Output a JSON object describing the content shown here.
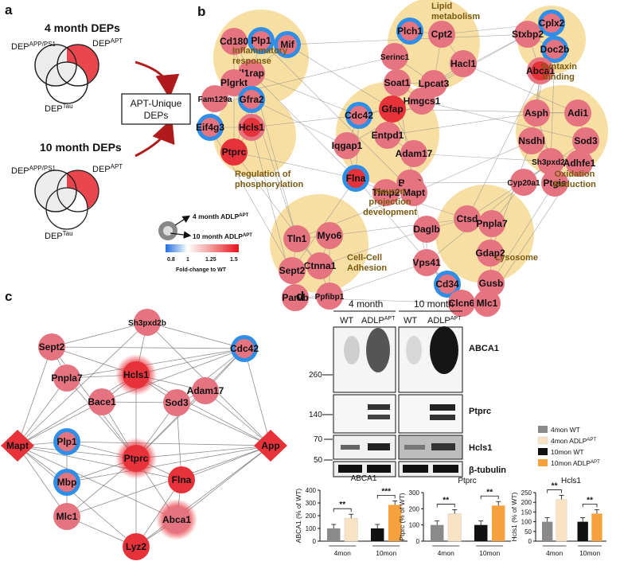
{
  "colors": {
    "cluster_fill": "#f7dfa3",
    "up_red": "#e8323a",
    "pink": "#e67480",
    "blue": "#2f8ee8",
    "edge": "#8a8a8a",
    "venn_highlight": "#e8323a",
    "venn_grey": "#ececec",
    "bar_4mon_wt": "#8a8a8a",
    "bar_4mon_adlp": "#fae3c4",
    "bar_10mon_wt": "#111111",
    "bar_10mon_adlp": "#f5a23e"
  },
  "panel_a": {
    "letter": "a",
    "title_4": "4 month DEPs",
    "title_10": "10 month DEPs",
    "set_left": "DEP",
    "set_left_sup": "APP/PS1",
    "set_right": "DEP",
    "set_right_sup": "APT",
    "set_bottom": "DEP",
    "set_bottom_sup": "Tau",
    "box_line1": "APT-Unique",
    "box_line2": "DEPs"
  },
  "panel_b": {
    "letter": "b",
    "clusters": [
      {
        "label_lines": [
          "Inflammatory",
          "response"
        ]
      },
      {
        "label_lines": [
          "Lipid",
          "metabolism"
        ]
      },
      {
        "label_lines": [
          "Syntaxin",
          "binding"
        ]
      },
      {
        "label_lines": [
          "Regulation of",
          "phosphorylation"
        ]
      },
      {
        "label_lines": [
          "Neuron",
          "projection",
          "development"
        ]
      },
      {
        "label_lines": [
          "Oxidation",
          "Reduction"
        ]
      },
      {
        "label_lines": [
          "Cell-Cell",
          "Adhesion"
        ]
      },
      {
        "label_lines": [
          "Lysosome"
        ]
      }
    ],
    "nodes": [
      {
        "label": "Cd180",
        "outer": "pink",
        "inner": "pink"
      },
      {
        "label": "Plp1",
        "outer": "blue",
        "inner": "pink"
      },
      {
        "label": "Mif",
        "outer": "blue",
        "inner": "pink"
      },
      {
        "label": "Il1rap",
        "outer": "pink",
        "inner": "pink"
      },
      {
        "label": "Plgrkt",
        "outer": "pink",
        "inner": "pink"
      },
      {
        "label": "Plch1",
        "outer": "blue",
        "inner": "pink"
      },
      {
        "label": "Cpt2",
        "outer": "pink",
        "inner": "pink"
      },
      {
        "label": "Serinc1",
        "outer": "pink",
        "inner": "pink"
      },
      {
        "label": "Hacl1",
        "outer": "pink",
        "inner": "pink"
      },
      {
        "label": "Soat1",
        "outer": "pink",
        "inner": "pink"
      },
      {
        "label": "Lpcat3",
        "outer": "pink",
        "inner": "pink"
      },
      {
        "label": "Hmgcs1",
        "outer": "pink",
        "inner": "pink"
      },
      {
        "label": "Cplx2",
        "outer": "blue",
        "inner": "pink"
      },
      {
        "label": "Stxbp2",
        "outer": "pink",
        "inner": "pink"
      },
      {
        "label": "Doc2b",
        "outer": "blue",
        "inner": "pink"
      },
      {
        "label": "Abca1",
        "outer": "pink",
        "inner": "red"
      },
      {
        "label": "Fam129a",
        "outer": "pink",
        "inner": "pink"
      },
      {
        "label": "Gfra2",
        "outer": "blue",
        "inner": "pink"
      },
      {
        "label": "Eif4g3",
        "outer": "blue",
        "inner": "pink"
      },
      {
        "label": "Hcls1",
        "outer": "pink",
        "inner": "red"
      },
      {
        "label": "Ptprc",
        "outer": "red",
        "inner": "red"
      },
      {
        "label": "Gfap",
        "outer": "red",
        "inner": "red"
      },
      {
        "label": "Cdc42",
        "outer": "blue",
        "inner": "pink"
      },
      {
        "label": "Entpd1",
        "outer": "pink",
        "inner": "pink"
      },
      {
        "label": "Iqgap1",
        "outer": "pink",
        "inner": "pink"
      },
      {
        "label": "Adam17",
        "outer": "pink",
        "inner": "pink"
      },
      {
        "label": "Flna",
        "outer": "blue",
        "inner": "red"
      },
      {
        "label": "Bag3",
        "outer": "pink",
        "inner": "pink"
      },
      {
        "label": "Timp2",
        "outer": "pink",
        "inner": "pink"
      },
      {
        "label": "Mapt",
        "outer": "pink",
        "inner": "pink"
      },
      {
        "label": "Asph",
        "outer": "pink",
        "inner": "pink"
      },
      {
        "label": "Adi1",
        "outer": "pink",
        "inner": "pink"
      },
      {
        "label": "Nsdhl",
        "outer": "pink",
        "inner": "pink"
      },
      {
        "label": "Sod3",
        "outer": "pink",
        "inner": "pink"
      },
      {
        "label": "Sh3pxd2b",
        "outer": "pink",
        "inner": "pink"
      },
      {
        "label": "Adhfe1",
        "outer": "pink",
        "inner": "pink"
      },
      {
        "label": "Cyp20a1",
        "outer": "pink",
        "inner": "pink"
      },
      {
        "label": "Ptgis",
        "outer": "pink",
        "inner": "pink"
      },
      {
        "label": "Tln1",
        "outer": "pink",
        "inner": "pink"
      },
      {
        "label": "Myo6",
        "outer": "pink",
        "inner": "pink"
      },
      {
        "label": "Ctnna1",
        "outer": "pink",
        "inner": "pink"
      },
      {
        "label": "Sept2",
        "outer": "pink",
        "inner": "pink"
      },
      {
        "label": "Parvb",
        "outer": "pink",
        "inner": "pink"
      },
      {
        "label": "Ppfibp1",
        "outer": "pink",
        "inner": "pink"
      },
      {
        "label": "Ctsd",
        "outer": "pink",
        "inner": "pink"
      },
      {
        "label": "Daglb",
        "outer": "pink",
        "inner": "pink"
      },
      {
        "label": "Pnpla7",
        "outer": "pink",
        "inner": "pink"
      },
      {
        "label": "Vps41",
        "outer": "pink",
        "inner": "pink"
      },
      {
        "label": "Gdap2",
        "outer": "pink",
        "inner": "pink"
      },
      {
        "label": "Cd34",
        "outer": "blue",
        "inner": "pink"
      },
      {
        "label": "Gusb",
        "outer": "pink",
        "inner": "pink"
      },
      {
        "label": "Clcn6",
        "outer": "pink",
        "inner": "pink"
      },
      {
        "label": "Mlc1",
        "outer": "pink",
        "inner": "pink"
      }
    ],
    "legend": {
      "outer_label": "4 month ADLP",
      "inner_label": "10 month ADLP",
      "sup": "APT",
      "ticks": [
        "0.8",
        "1",
        "1.25",
        "1.5"
      ],
      "caption": "Fold-change to WT"
    }
  },
  "panel_c": {
    "letter": "c",
    "nodes": [
      {
        "label": "Sh3pxd2b"
      },
      {
        "label": "Sept2"
      },
      {
        "label": "Cdc42"
      },
      {
        "label": "Pnpla7"
      },
      {
        "label": "Hcls1"
      },
      {
        "label": "Adam17"
      },
      {
        "label": "Bace1"
      },
      {
        "label": "Sod3"
      },
      {
        "label": "Mapt"
      },
      {
        "label": "App"
      },
      {
        "label": "Plp1"
      },
      {
        "label": "Ptprc"
      },
      {
        "label": "Flna"
      },
      {
        "label": "Mbp"
      },
      {
        "label": "Mlc1"
      },
      {
        "label": "Abca1"
      },
      {
        "label": "Lyz2"
      }
    ]
  },
  "panel_d": {
    "letter": "d",
    "group_4": "4 month",
    "group_10": "10 month",
    "wt": "WT",
    "adlp": "ADLP",
    "sup": "APT",
    "mw_markers": [
      "260",
      "140",
      "70",
      "50"
    ],
    "blot_labels": [
      "ABCA1",
      "Ptprc",
      "Hcls1",
      "β-tubulin"
    ],
    "legend": [
      {
        "label": "4mon WT",
        "sup": ""
      },
      {
        "label": "4mon ADLP",
        "sup": "APT"
      },
      {
        "label": "10mon WT",
        "sup": ""
      },
      {
        "label": "10mon ADLP",
        "sup": "APT"
      }
    ]
  },
  "chart_data": [
    {
      "type": "bar",
      "title": "ABCA1",
      "ylabel": "ABCA1 (% of WT)",
      "categories": [
        "4mon",
        "10mon"
      ],
      "series": [
        {
          "name": "4mon WT",
          "values": [
            100,
            null
          ]
        },
        {
          "name": "4mon ADLP",
          "values": [
            180,
            null
          ]
        },
        {
          "name": "10mon WT",
          "values": [
            null,
            100
          ]
        },
        {
          "name": "10mon ADLP",
          "values": [
            null,
            285
          ]
        }
      ],
      "ylim": [
        0,
        400
      ],
      "yticks": [
        "0",
        "100",
        "200",
        "300",
        "400"
      ],
      "significance": [
        "**",
        "***"
      ]
    },
    {
      "type": "bar",
      "title": "Ptprc",
      "ylabel": "Ptprc (% of WT)",
      "categories": [
        "4mon",
        "10mon"
      ],
      "series": [
        {
          "name": "4mon WT",
          "values": [
            100,
            null
          ]
        },
        {
          "name": "4mon ADLP",
          "values": [
            170,
            null
          ]
        },
        {
          "name": "10mon WT",
          "values": [
            null,
            100
          ]
        },
        {
          "name": "10mon ADLP",
          "values": [
            null,
            220
          ]
        }
      ],
      "ylim": [
        0,
        300
      ],
      "yticks": [
        "0",
        "100",
        "200",
        "300"
      ],
      "significance": [
        "**",
        "**"
      ]
    },
    {
      "type": "bar",
      "title": "Hcls1",
      "ylabel": "Hcls1 (% of WT)",
      "categories": [
        "4mon",
        "10mon"
      ],
      "series": [
        {
          "name": "4mon WT",
          "values": [
            100,
            null
          ]
        },
        {
          "name": "4mon ADLP",
          "values": [
            215,
            null
          ]
        },
        {
          "name": "10mon WT",
          "values": [
            null,
            100
          ]
        },
        {
          "name": "10mon ADLP",
          "values": [
            null,
            142
          ]
        }
      ],
      "ylim": [
        0,
        250
      ],
      "yticks": [
        "0",
        "50",
        "100",
        "150",
        "200",
        "250"
      ],
      "significance": [
        "**",
        "**"
      ]
    }
  ]
}
